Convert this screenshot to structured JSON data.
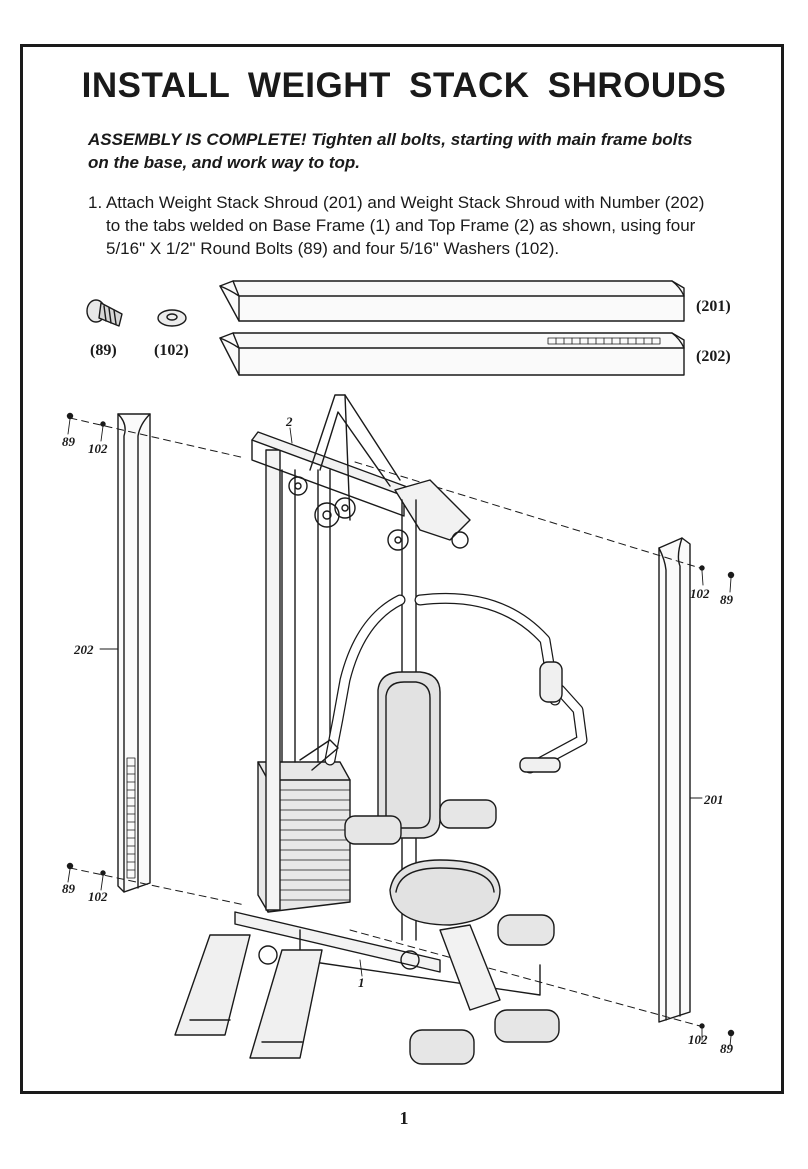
{
  "page": {
    "title": "INSTALL WEIGHT STACK SHROUDS",
    "intro_line1": "ASSEMBLY IS COMPLETE!  Tighten all bolts, starting with main frame bolts",
    "intro_line2": "on the base, and work way to top.",
    "step_line1": "1. Attach Weight Stack Shroud (201) and Weight Stack Shroud with Number (202)",
    "step_line2": "to the tabs welded on Base Frame (1) and Top Frame (2) as shown, using four",
    "step_line3": "5/16\" X 1/2\" Round Bolts (89) and four 5/16\" Washers (102).",
    "page_number": "1"
  },
  "parts_legend": {
    "bolt_label": "(89)",
    "washer_label": "(102)",
    "shroud_201_label": "(201)",
    "shroud_202_label": "(202)"
  },
  "diagram_labels": {
    "top_frame": "2",
    "base_frame": "1",
    "left_shroud": "202",
    "right_shroud": "201",
    "left_top_bolt": "89",
    "left_top_washer": "102",
    "left_bottom_bolt": "89",
    "left_bottom_washer": "102",
    "right_top_washer": "102",
    "right_top_bolt": "89",
    "right_bottom_washer": "102",
    "right_bottom_bolt": "89"
  },
  "icons": [
    "round-bolt-icon",
    "washer-icon",
    "shroud-201-icon",
    "shroud-202-icon",
    "home-gym-diagram"
  ]
}
